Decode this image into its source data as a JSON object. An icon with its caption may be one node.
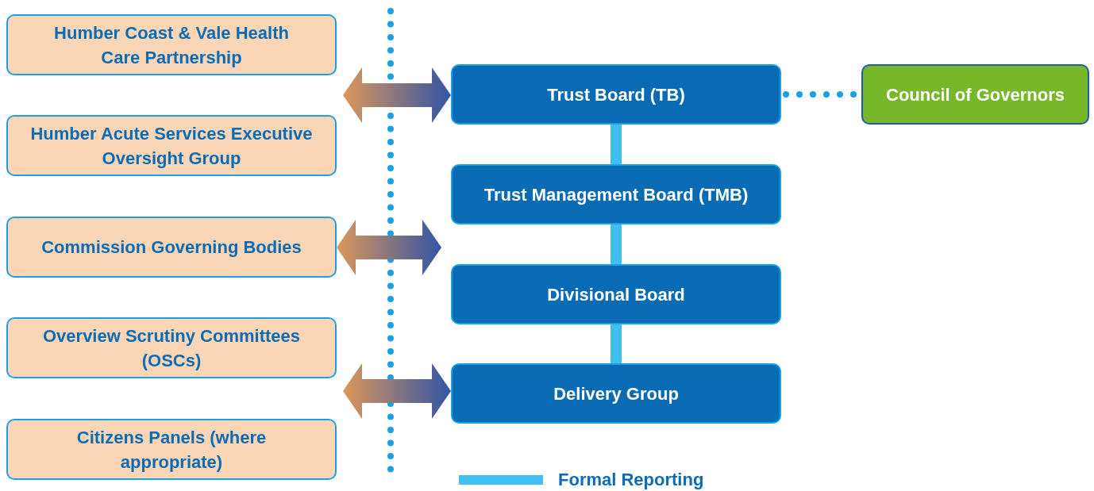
{
  "diagram": {
    "nodes": [
      {
        "text": [
          "Humber Coast & Vale Health Care Partnership"
        ]
      },
      {
        "text": [
          "Humber Acute Services Executive Oversight Group"
        ]
      },
      {
        "text": [
          "Commission Governing Bodies"
        ]
      },
      {
        "text": [
          "Overview Scrutiny Committees (OSCs)"
        ]
      },
      {
        "text": [
          "Citizens Panels (where appropriate)"
        ]
      },
      {
        "text": [
          "Trust Board (TB)"
        ]
      },
      {
        "text": [
          "Trust Management Board (TMB)"
        ]
      },
      {
        "text": [
          "Divisional Board"
        ]
      },
      {
        "text": [
          "Delivery Group"
        ]
      },
      {
        "text": [
          "Council of Governors"
        ]
      }
    ],
    "edges": [
      {
        "from": 5,
        "to": 6,
        "arrow": "none"
      },
      {
        "from": 6,
        "to": 7,
        "arrow": "none"
      },
      {
        "from": 7,
        "to": 8,
        "arrow": "none"
      },
      {
        "from": 5,
        "to": 9,
        "arrow": "none",
        "style": "dashed",
        "color": "#1ba1e2"
      },
      {
        "from": null,
        "to": 5,
        "arrow": "both"
      },
      {
        "from": 2,
        "to": null,
        "arrow": "both"
      },
      {
        "from": null,
        "to": 8,
        "arrow": "both"
      }
    ],
    "legend": [
      {
        "text": "Formal Reporting"
      }
    ]
  }
}
